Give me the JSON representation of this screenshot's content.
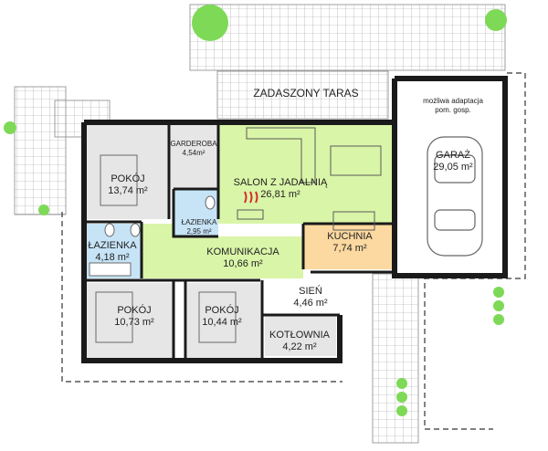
{
  "colors": {
    "living": "#d9f5a8",
    "kitchen": "#fcd9a0",
    "bath": "#c7e4f7",
    "room": "#e6e6e6",
    "boiler": "#e6e6e6",
    "garage": "#ffffff",
    "wall": "#1a1a1a",
    "tree": "#7ed957"
  },
  "rooms": {
    "terrace": {
      "name": "ZADASZONY TARAS"
    },
    "garage_note": {
      "line1": "możliwa adaptacja",
      "line2": "pom. gosp."
    },
    "garage": {
      "name": "GARAŻ",
      "area": "29,05 m²"
    },
    "wardrobe": {
      "name": "GARDEROBA",
      "area": "4,54m²"
    },
    "bedroom1": {
      "name": "POKÓJ",
      "area": "13,74 m²"
    },
    "living": {
      "name": "SALON Z JADALNIĄ",
      "area": "26,81 m²"
    },
    "bath_small": {
      "name": "ŁAZIENKA",
      "area": "2,95 m²"
    },
    "kitchen": {
      "name": "KUCHNIA",
      "area": "7,74 m²"
    },
    "bath": {
      "name": "ŁAZIENKA",
      "area": "4,18 m²"
    },
    "corridor": {
      "name": "KOMUNIKACJA",
      "area": "10,66 m²"
    },
    "hall": {
      "name": "SIEŃ",
      "area": "4,46 m²"
    },
    "bedroom2": {
      "name": "POKÓJ",
      "area": "10,73 m²"
    },
    "bedroom3": {
      "name": "POKÓJ",
      "area": "10,44 m²"
    },
    "boiler": {
      "name": "KOTŁOWNIA",
      "area": "4,22 m²"
    }
  }
}
